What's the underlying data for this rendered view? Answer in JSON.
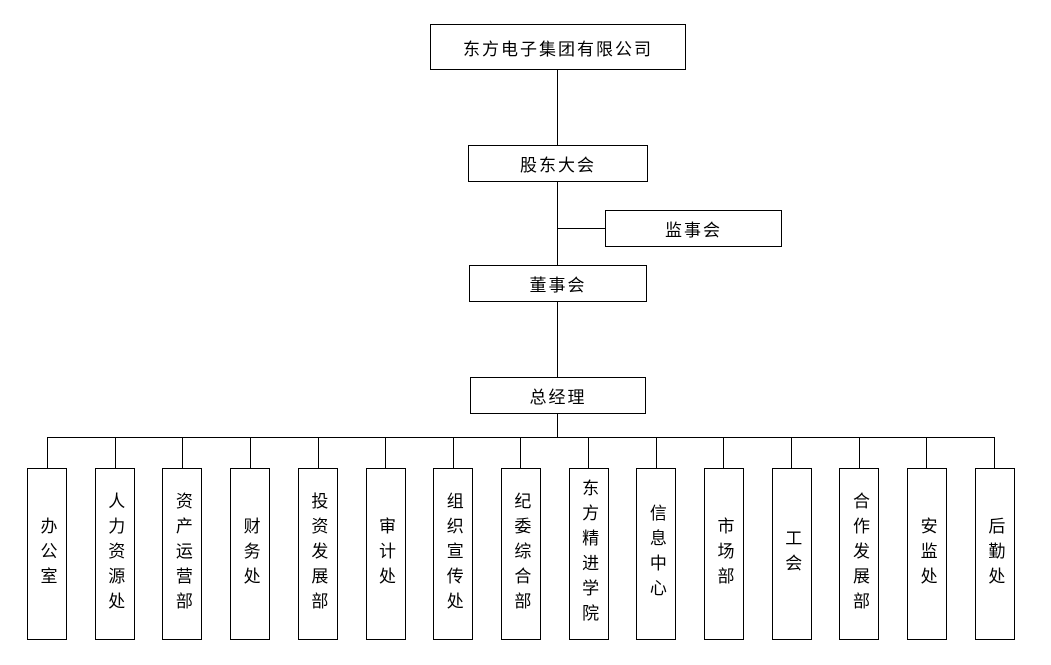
{
  "org_chart": {
    "nodes": {
      "root": "东方电子集团有限公司",
      "shareholders_meeting": "股东大会",
      "supervisory_board": "监事会",
      "board_of_directors": "董事会",
      "general_manager": "总经理"
    },
    "departments": [
      "办公室",
      "人力资源处",
      "资产运营部",
      "财务处",
      "投资发展部",
      "审计处",
      "组织宣传处",
      "纪委综合部",
      "东方精进学院",
      "信息中心",
      "市场部",
      "工会",
      "合作发展部",
      "安监处",
      "后勤处"
    ]
  }
}
